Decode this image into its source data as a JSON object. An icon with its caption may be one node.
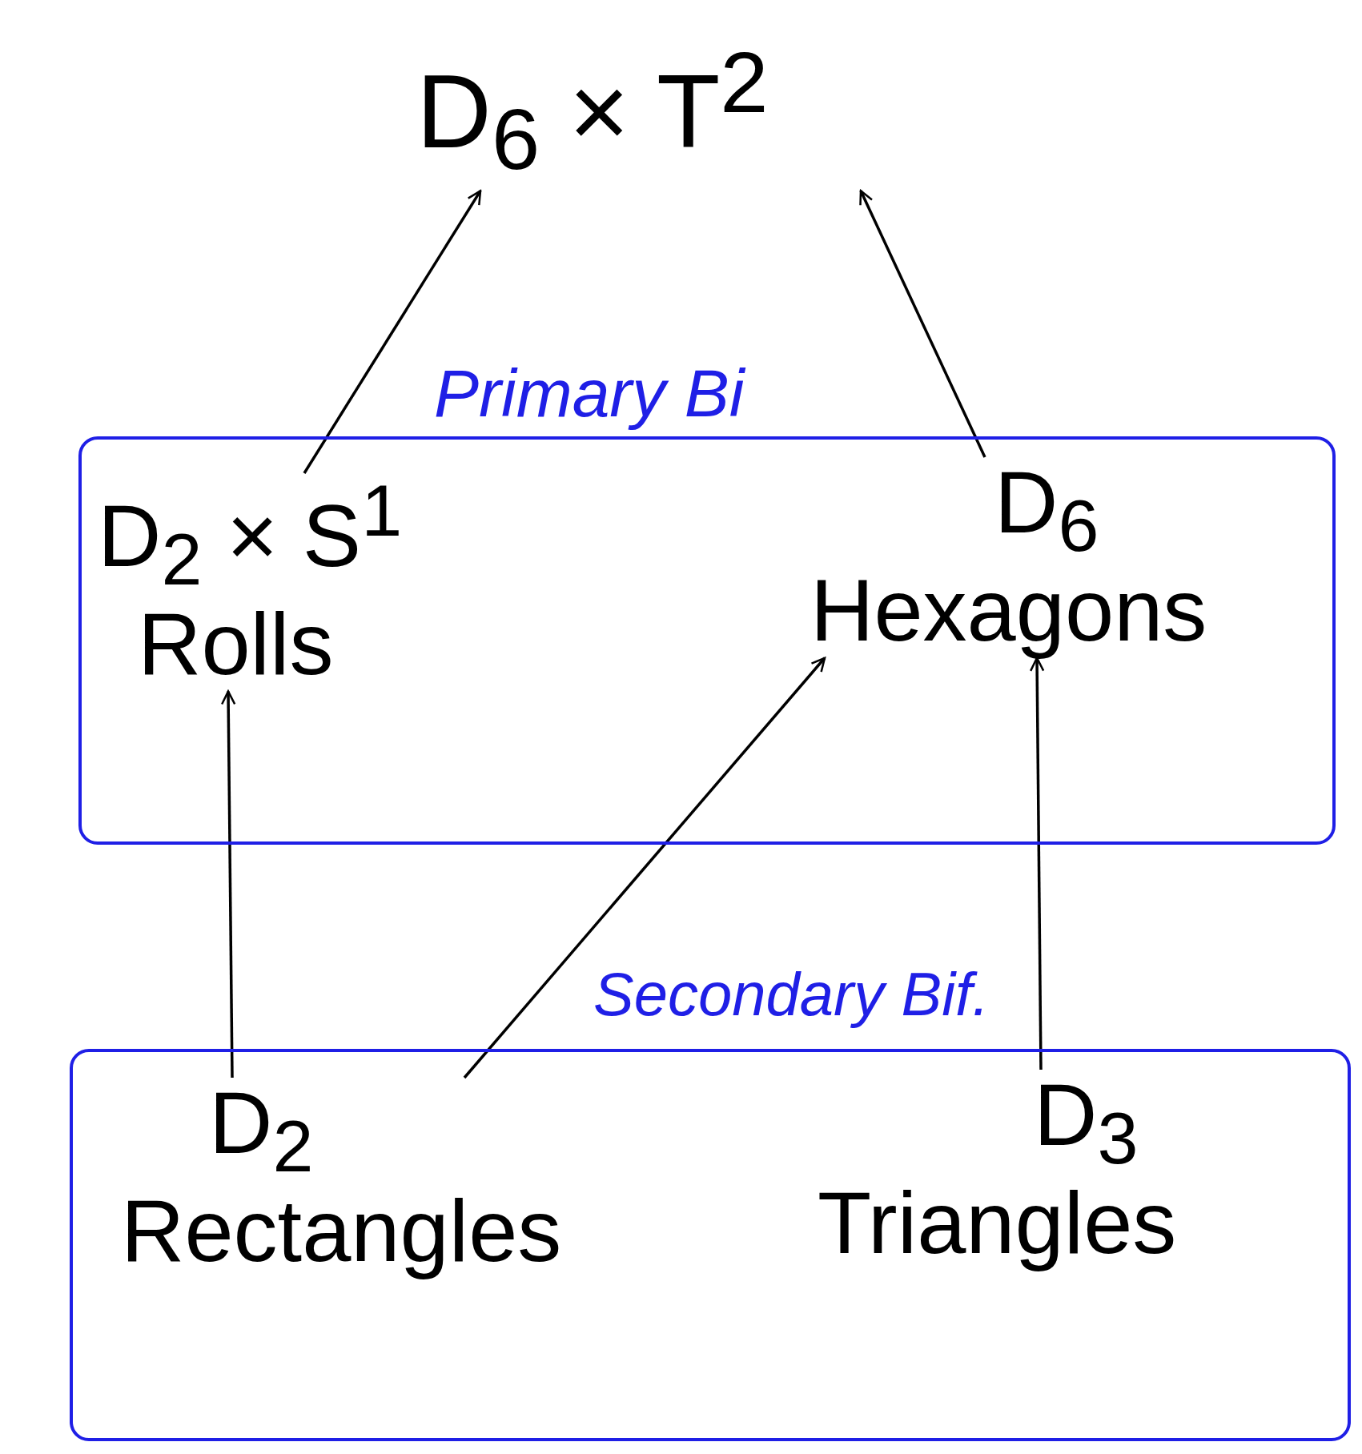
{
  "diagram": {
    "nodes": [
      {
        "text": [
          "D$_{6}$ × T$^{2}$"
        ]
      },
      {
        "text": [
          "Primary Bi"
        ]
      },
      {
        "text": [
          "D$_{2}$ × S$^{1}$",
          "Rolls"
        ],
        "in": 1
      },
      {
        "text": [
          "D$_{6}$",
          "Hexagons"
        ],
        "in": 1
      },
      {
        "text": [
          "Secondary Bif."
        ]
      },
      {
        "text": [
          "D$_{2}$",
          "Rectangles"
        ],
        "in": 4
      },
      {
        "text": [
          "D$_{3}$",
          "Triangles"
        ],
        "in": 4
      }
    ],
    "edges": [
      {
        "from": 2,
        "to": 0,
        "arrow": "to"
      },
      {
        "from": 3,
        "to": 0,
        "arrow": "to"
      },
      {
        "from": 5,
        "to": 2,
        "arrow": "to"
      },
      {
        "from": 5,
        "to": 3,
        "arrow": "to"
      },
      {
        "from": 6,
        "to": 3,
        "arrow": "to"
      }
    ]
  }
}
